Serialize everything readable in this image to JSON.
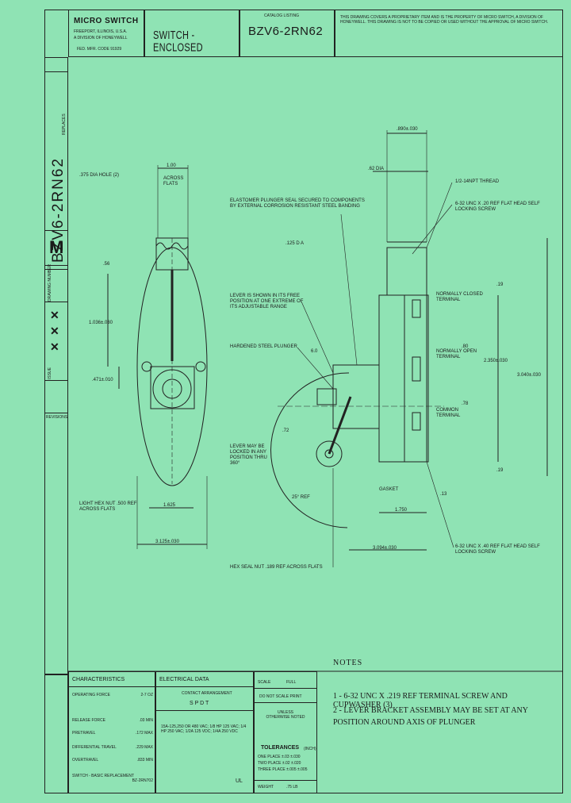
{
  "title_block": {
    "company": "MICRO SWITCH",
    "location": "FREEPORT, ILLINOIS, U.S.A.",
    "division": "A DIVISION OF HONEYWELL",
    "code": "FED. MFR. CODE 91929",
    "title": "SWITCH - ENCLOSED",
    "catalog_label": "CATALOG LISTING",
    "catalog_number": "BZV6-2RN62",
    "proprietary": "THIS DRAWING COVERS A PROPRIETARY ITEM AND IS THE PROPERTY OF MICRO SWITCH, A DIVISION OF HONEYWELL. THIS DRAWING IS NOT TO BE COPIED OR USED WITHOUT THE APPROVAL OF MICRO SWITCH."
  },
  "side_strip": {
    "drawing_number": "BZV6-2RN62",
    "drawing_letter": "M",
    "drawing_label": "DRAWING NUMBER",
    "issue_label": "ISSUE",
    "replaces": "REPLACES",
    "revisions_label": "REVISIONS"
  },
  "dimensions": {
    "d1": "1.00",
    "d1_note": "ACROSS FLATS",
    "d2": ".375 DIA HOLE (2)",
    "d3": ".56",
    "d4": "1.036±.030",
    "d5": ".471±.010",
    "d6": "1.625",
    "d7": "3.125±.030",
    "d8": ".890±.030",
    "d9": ".62 DIA",
    "d10": ".125 D A",
    "d11": ".19",
    "d12": ".80",
    "d13": "2.350±.030",
    "d14": "3.040±.030",
    "d15": ".78",
    "d16": ".19",
    "d17": "1.750",
    "d18": "3.094±.030",
    "d19": ".13",
    "d20": ".72",
    "d21": "6.0",
    "d22": "25° REF"
  },
  "callouts": {
    "c1": "1/2-14NPT THREAD",
    "c2": "6-32 UNC X .20 REF FLAT HEAD SELF LOCKING SCREW",
    "c3": "ELASTOMER PLUNGER SEAL SECURED TO COMPONENTS BY EXTERNAL CORROSION RESISTANT STEEL BANDING",
    "c4": "LEVER IS SHOWN IN ITS FREE POSITION AT ONE EXTREME OF ITS ADJUSTABLE RANGE",
    "c5": "HARDENED STEEL PLUNGER",
    "c6": "NORMALLY CLOSED TERMINAL",
    "c7": "NORMALLY OPEN TERMINAL",
    "c8": "COMMON TERMINAL",
    "c9": "LEVER MAY BE LOCKED IN ANY POSITION THRU 360°",
    "c10": "GASKET",
    "c11": "6-32 UNC X .40 REF FLAT HEAD SELF LOCKING SCREW",
    "c12": "HEX SEAL NUT .189 REF ACROSS FLATS",
    "c13": "LIGHT HEX NUT .500 REF ACROSS FLATS"
  },
  "characteristics": {
    "header": "CHARACTERISTICS",
    "rows": [
      {
        "label": "OPERATING FORCE",
        "value": "2-7 OZ"
      },
      {
        "label": "RELEASE FORCE",
        "value": ".03 MIN"
      },
      {
        "label": "PRETRAVEL",
        "value": ".172 MAX"
      },
      {
        "label": "DIFFERENTIAL TRAVEL",
        "value": ".229 MAX"
      },
      {
        "label": "OVERTRAVEL",
        "value": ".833 MIN"
      },
      {
        "label": "SWITCH - BASIC REPLACEMENT",
        "value": "BZ-2RN702"
      }
    ]
  },
  "electrical": {
    "header": "ELECTRICAL DATA",
    "arrangement_label": "CONTACT ARRANGEMENT",
    "arrangement": "S P D T",
    "rating": "15A-125,250 OR 480 VAC; 1/8 HP 125 VAC; 1/4 HP 250 VAC; 1/2A 125 VDC; 1/4A 250 VDC",
    "ul": "UL"
  },
  "tolerances": {
    "scale_label": "SCALE",
    "scale": "FULL",
    "do_not_scale": "DO NOT SCALE PRINT",
    "unless": "UNLESS OTHERWISE NOTED",
    "header": "TOLERANCES",
    "unit": "(INCH)",
    "rows": [
      {
        "label": "ONE PLACE",
        "v1": "±.03",
        "v2": "±.030"
      },
      {
        "label": "TWO PLACE",
        "v1": "±.02",
        "v2": "±.020"
      },
      {
        "label": "THREE PLACE",
        "v1": "±.005",
        "v2": "±.005"
      }
    ],
    "weight_label": "WEIGHT",
    "weight": ".75 LB"
  },
  "notes": {
    "header": "NOTES",
    "items": [
      "1 - 6-32 UNC X .219 REF TERMINAL SCREW AND CUPWASHER (3)",
      "2 - LEVER BRACKET ASSEMBLY MAY BE SET AT ANY POSITION AROUND AXIS OF PLUNGER"
    ]
  }
}
